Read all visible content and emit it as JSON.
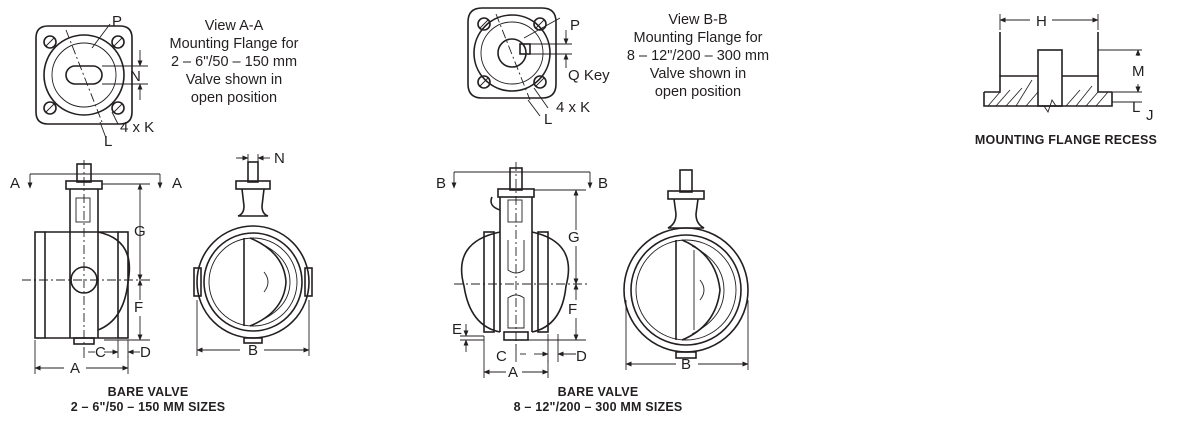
{
  "view_aa": {
    "title": "View A-A",
    "lines": [
      "Mounting Flange for",
      "2 – 6\"/50 – 150 mm",
      "Valve shown in",
      "open position"
    ],
    "labels": {
      "p": "P",
      "n": "N",
      "l": "L",
      "k": "4 x K"
    }
  },
  "view_bb": {
    "title": "View B-B",
    "lines": [
      "Mounting Flange for",
      "8 – 12\"/200 – 300 mm",
      "Valve shown in",
      "open position"
    ],
    "labels": {
      "p": "P",
      "q": "Q Key",
      "l": "L",
      "k": "4 x K"
    }
  },
  "recess": {
    "caption": "MOUNTING FLANGE RECESS",
    "labels": {
      "h": "H",
      "m": "M",
      "j": "J",
      "l": "L"
    }
  },
  "bare_small": {
    "caption_line1": "BARE VALVE",
    "caption_line2": "2 – 6\"/50 – 150 MM SIZES",
    "labels": {
      "a_left": "A",
      "a_right": "A",
      "g": "G",
      "f": "F",
      "c": "C",
      "d": "D",
      "a_dim": "A",
      "n": "N",
      "b": "B"
    }
  },
  "bare_large": {
    "caption_line1": "BARE VALVE",
    "caption_line2": "8 – 12\"/200 – 300 MM SIZES",
    "labels": {
      "b_left": "B",
      "b_right": "B",
      "g": "G",
      "f": "F",
      "e": "E",
      "c": "C",
      "d": "D",
      "a_dim": "A",
      "b_dim": "B"
    }
  }
}
